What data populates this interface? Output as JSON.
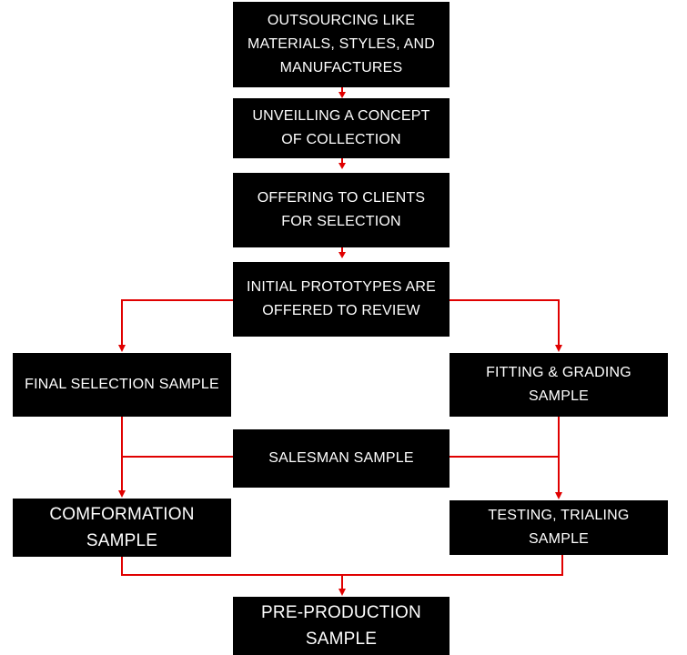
{
  "diagram": {
    "line_color": "#e00000",
    "box_color": "#000000",
    "text_color": "#ffffff",
    "nodes": {
      "outsourcing": "OUTSOURCING LIKE MATERIALS, STYLES, AND MANUFACTURES",
      "concept": "UNVEILLING A CONCEPT OF COLLECTION",
      "offering": "OFFERING TO CLIENTS FOR SELECTION",
      "prototypes": "INITIAL PROTOTYPES ARE OFFERED TO REVIEW",
      "final_selection": "FINAL SELECTION SAMPLE",
      "fitting_grading": "FITTING & GRADING SAMPLE",
      "salesman": "SALESMAN SAMPLE",
      "comformation": "COMFORMATION SAMPLE",
      "testing": "TESTING, TRIALING SAMPLE",
      "preproduction": "PRE-PRODUCTION SAMPLE"
    }
  }
}
